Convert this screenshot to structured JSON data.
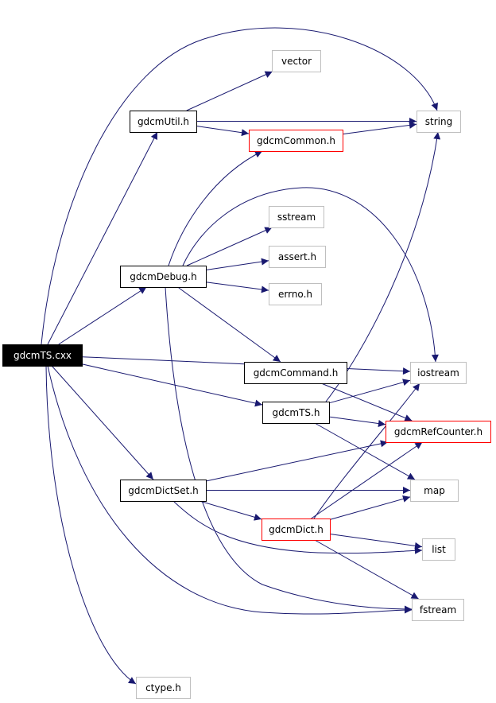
{
  "colors": {
    "edge": "#191970",
    "root_fill": "#000000",
    "root_text": "#ffffff",
    "documented_border": "#000000",
    "truncated_border": "#ff0000",
    "external_border": "#bfbfbf",
    "node_fill": "#ffffff",
    "node_text": "#000000"
  },
  "nodes": [
    {
      "id": "gdcmTS_cxx",
      "label": "gdcmTS.cxx",
      "kind": "root"
    },
    {
      "id": "gdcmUtil_h",
      "label": "gdcmUtil.h",
      "kind": "documented"
    },
    {
      "id": "vector",
      "label": "vector",
      "kind": "external"
    },
    {
      "id": "string",
      "label": "string",
      "kind": "external"
    },
    {
      "id": "gdcmCommon_h",
      "label": "gdcmCommon.h",
      "kind": "truncated"
    },
    {
      "id": "sstream",
      "label": "sstream",
      "kind": "external"
    },
    {
      "id": "assert_h",
      "label": "assert.h",
      "kind": "external"
    },
    {
      "id": "gdcmDebug_h",
      "label": "gdcmDebug.h",
      "kind": "documented"
    },
    {
      "id": "errno_h",
      "label": "errno.h",
      "kind": "external"
    },
    {
      "id": "gdcmCommand_h",
      "label": "gdcmCommand.h",
      "kind": "documented"
    },
    {
      "id": "iostream",
      "label": "iostream",
      "kind": "external"
    },
    {
      "id": "gdcmTS_h",
      "label": "gdcmTS.h",
      "kind": "documented"
    },
    {
      "id": "gdcmRefCounter_h",
      "label": "gdcmRefCounter.h",
      "kind": "truncated"
    },
    {
      "id": "gdcmDictSet_h",
      "label": "gdcmDictSet.h",
      "kind": "documented"
    },
    {
      "id": "map",
      "label": "map",
      "kind": "external"
    },
    {
      "id": "gdcmDict_h",
      "label": "gdcmDict.h",
      "kind": "truncated"
    },
    {
      "id": "list",
      "label": "list",
      "kind": "external"
    },
    {
      "id": "fstream",
      "label": "fstream",
      "kind": "external"
    },
    {
      "id": "ctype_h",
      "label": "ctype.h",
      "kind": "external"
    }
  ],
  "edges": [
    {
      "from": "gdcmTS_cxx",
      "to": "string"
    },
    {
      "from": "gdcmTS_cxx",
      "to": "gdcmUtil_h"
    },
    {
      "from": "gdcmTS_cxx",
      "to": "gdcmDebug_h"
    },
    {
      "from": "gdcmTS_cxx",
      "to": "iostream"
    },
    {
      "from": "gdcmTS_cxx",
      "to": "gdcmTS_h"
    },
    {
      "from": "gdcmTS_cxx",
      "to": "gdcmDictSet_h"
    },
    {
      "from": "gdcmTS_cxx",
      "to": "fstream"
    },
    {
      "from": "gdcmTS_cxx",
      "to": "ctype_h"
    },
    {
      "from": "gdcmUtil_h",
      "to": "vector"
    },
    {
      "from": "gdcmUtil_h",
      "to": "string"
    },
    {
      "from": "gdcmUtil_h",
      "to": "gdcmCommon_h"
    },
    {
      "from": "gdcmCommon_h",
      "to": "string"
    },
    {
      "from": "gdcmDebug_h",
      "to": "gdcmCommon_h"
    },
    {
      "from": "gdcmDebug_h",
      "to": "iostream"
    },
    {
      "from": "gdcmDebug_h",
      "to": "sstream"
    },
    {
      "from": "gdcmDebug_h",
      "to": "assert_h"
    },
    {
      "from": "gdcmDebug_h",
      "to": "errno_h"
    },
    {
      "from": "gdcmDebug_h",
      "to": "gdcmCommand_h"
    },
    {
      "from": "gdcmDebug_h",
      "to": "fstream"
    },
    {
      "from": "gdcmCommand_h",
      "to": "gdcmRefCounter_h"
    },
    {
      "from": "gdcmTS_h",
      "to": "string"
    },
    {
      "from": "gdcmTS_h",
      "to": "iostream"
    },
    {
      "from": "gdcmTS_h",
      "to": "gdcmRefCounter_h"
    },
    {
      "from": "gdcmTS_h",
      "to": "map"
    },
    {
      "from": "gdcmDictSet_h",
      "to": "gdcmRefCounter_h"
    },
    {
      "from": "gdcmDictSet_h",
      "to": "map"
    },
    {
      "from": "gdcmDictSet_h",
      "to": "gdcmDict_h"
    },
    {
      "from": "gdcmDictSet_h",
      "to": "list"
    },
    {
      "from": "gdcmDict_h",
      "to": "iostream"
    },
    {
      "from": "gdcmDict_h",
      "to": "gdcmRefCounter_h"
    },
    {
      "from": "gdcmDict_h",
      "to": "map"
    },
    {
      "from": "gdcmDict_h",
      "to": "list"
    },
    {
      "from": "gdcmDict_h",
      "to": "fstream"
    }
  ]
}
